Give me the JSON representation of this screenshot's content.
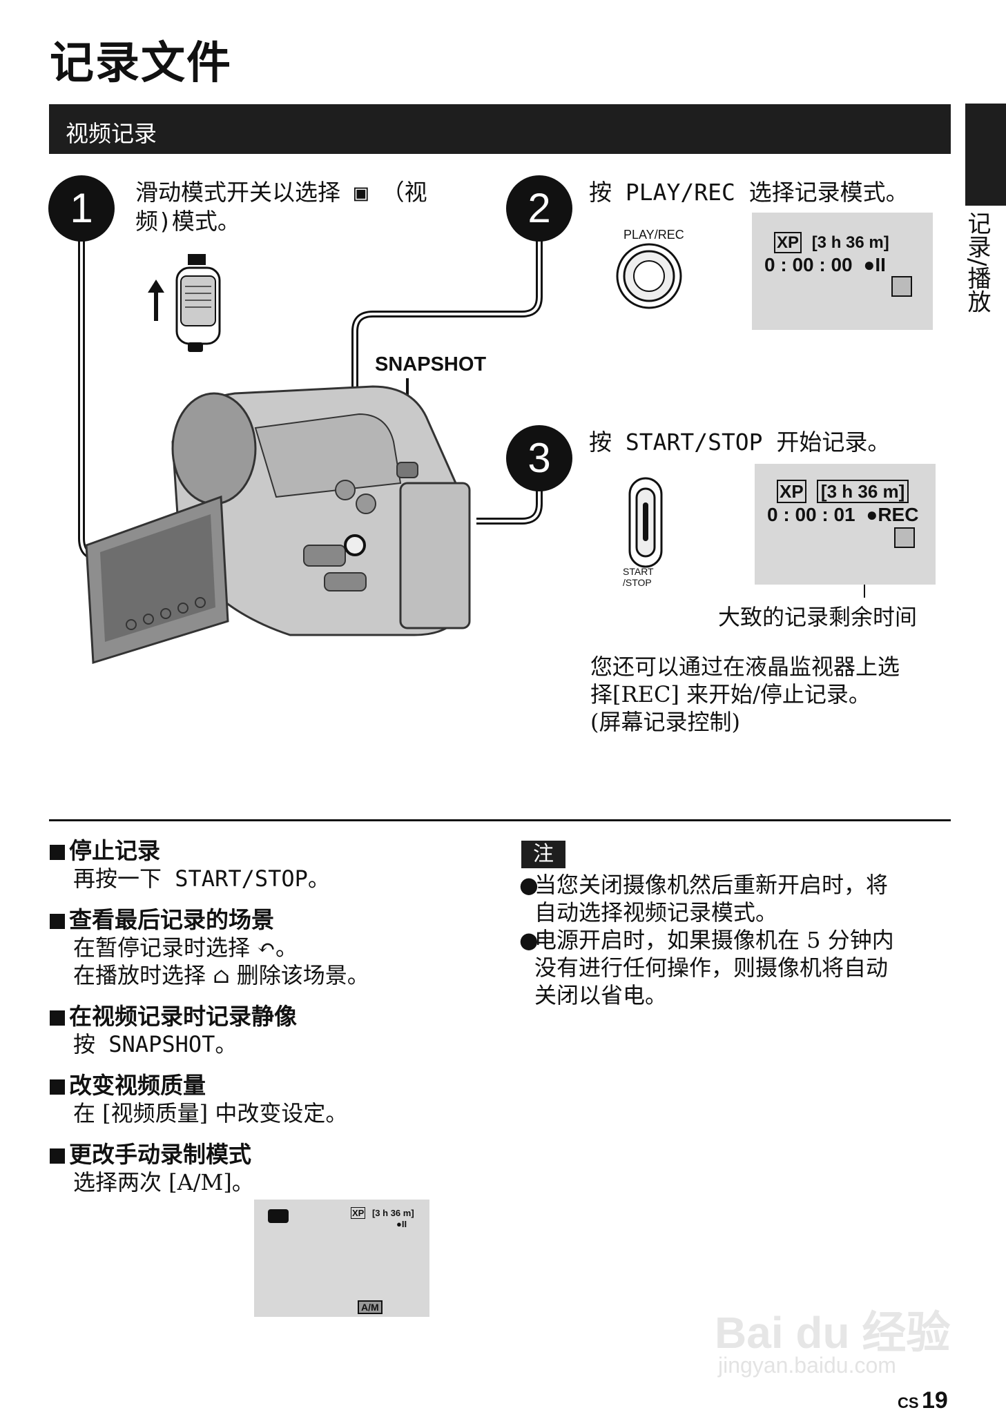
{
  "page": {
    "title": "记录文件",
    "section": "视频记录",
    "side_label": "记录/播放",
    "page_number_prefix": "CS",
    "page_number": "19",
    "watermark_logo": "Bai du 经验",
    "watermark_url": "jingyan.baidu.com"
  },
  "steps": [
    {
      "number": "1",
      "line1": "滑动模式开关以选择 ▣ （视",
      "line2": "频)模式。"
    },
    {
      "number": "2",
      "line1": "按 PLAY/REC 选择记录模式。"
    },
    {
      "number": "3",
      "line1": "按 START/STOP 开始记录。"
    }
  ],
  "labels": {
    "snapshot": "SNAPSHOT",
    "play_rec": "PLAY/REC",
    "start_stop_1": "START",
    "start_stop_2": "/STOP",
    "remaining_time": "大致的记录剩余时间"
  },
  "lcd1": {
    "quality": "XP",
    "remaining": "[3 h 36 m]",
    "time": "0 : 00 : 00",
    "status": "●II"
  },
  "lcd2": {
    "quality": "XP",
    "remaining": "[3 h 36 m]",
    "time": "0 : 00 : 01",
    "status": "●REC"
  },
  "lcd3": {
    "quality": "XP",
    "remaining": "[3 h 36 m]",
    "status": "●II",
    "mode": "A/M"
  },
  "step3_note": [
    "您还可以通过在液晶监视器上选",
    "择[REC] 来开始/停止记录。",
    "(屏幕记录控制)"
  ],
  "tips": [
    {
      "heading": "停止记录",
      "lines": [
        "再按一下 START/STOP。"
      ]
    },
    {
      "heading": "查看最后记录的场景",
      "lines": [
        "在暂停记录时选择 ↶。",
        "在播放时选择 ⌂ 删除该场景。"
      ]
    },
    {
      "heading": "在视频记录时记录静像",
      "lines": [
        "按 SNAPSHOT。"
      ]
    },
    {
      "heading": "改变视频质量",
      "lines": [
        "在 [视频质量] 中改变设定。"
      ]
    },
    {
      "heading": "更改手动录制模式",
      "lines": [
        "选择两次 [A/M]。"
      ]
    }
  ],
  "note": {
    "label": "注",
    "items": [
      [
        "当您关闭摄像机然后重新开启时，将",
        "自动选择视频记录模式。"
      ],
      [
        "电源开启时，如果摄像机在 5 分钟内",
        "没有进行任何操作，则摄像机将自动",
        "关闭以省电。"
      ]
    ]
  }
}
